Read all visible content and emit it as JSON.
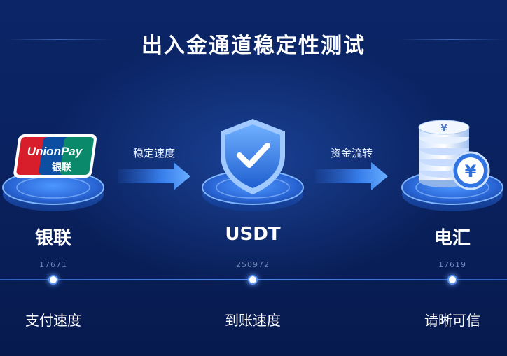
{
  "title": "出入金通道稳定性测试",
  "nodes": [
    {
      "label": "银联",
      "value": "17671",
      "bottom": "支付速度",
      "icon": "unionpay-logo-icon",
      "logo_text": "UnionPay",
      "logo_sub": "银联"
    },
    {
      "label": "USDT",
      "value": "250972",
      "bottom": "到账速度",
      "icon": "shield-check-icon"
    },
    {
      "label": "电汇",
      "value": "17619",
      "bottom": "请晰可信",
      "icon": "coin-stack-yen-icon",
      "coin_symbol": "¥"
    }
  ],
  "arrows": [
    {
      "label": "稳定速度"
    },
    {
      "label": "资金流转"
    }
  ],
  "colors": {
    "accent": "#3d8bff",
    "background": "#0a2260",
    "platform": "#2f74e0"
  }
}
